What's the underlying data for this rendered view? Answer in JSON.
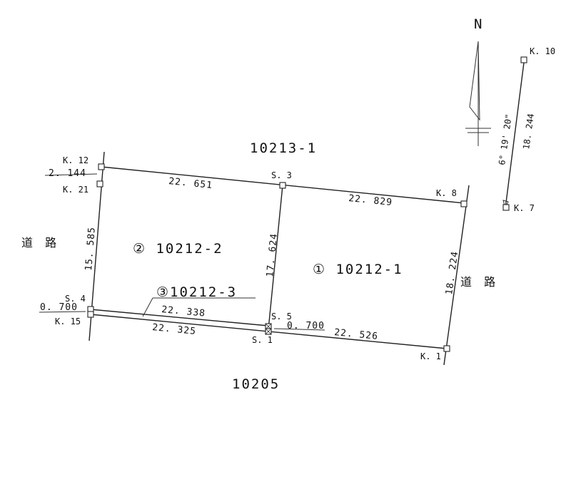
{
  "north_label": "N",
  "parcels": {
    "north_parcel": "10213-1",
    "south_parcel": "10205",
    "parcel_1": "① 10212-1",
    "parcel_2": "② 10212-2",
    "parcel_3": "③10212-3"
  },
  "roads": {
    "west": "道 路",
    "east": "道 路"
  },
  "points": {
    "k1": "K. 1",
    "k7": "K. 7",
    "k8": "K. 8",
    "k10": "K. 10",
    "k12": "K. 12",
    "k15": "K. 15",
    "k21": "K. 21",
    "s1": "S. 1",
    "s3": "S. 3",
    "s4": "S. 4",
    "s5": "S. 5"
  },
  "distances": {
    "k12_s3": "22. 651",
    "s3_k8": "22. 829",
    "k21_s4": "15. 585",
    "s3_s5": "17. 624",
    "k8_k1": "18. 224",
    "s4_s5": "22. 338",
    "k15_s1": "22. 325",
    "s1_k1": "22. 526",
    "offset_top": "2. 144",
    "offset_left": "0. 700",
    "offset_right": "0. 700",
    "k10_k7": "18. 244",
    "bearing": "6° 19' 20\""
  }
}
